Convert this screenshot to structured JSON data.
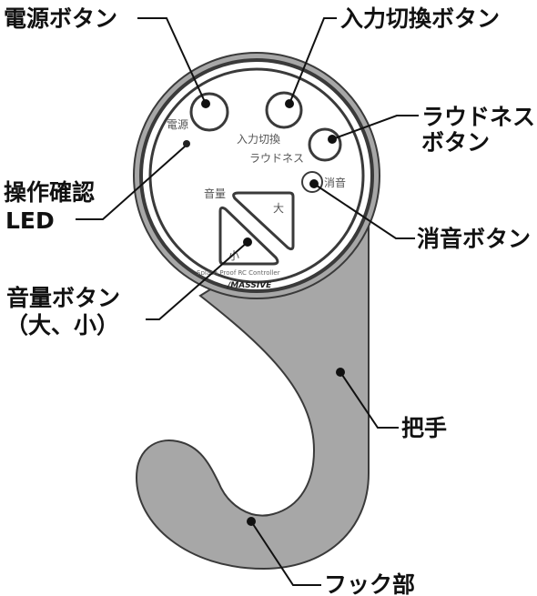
{
  "callouts": {
    "power_button": "電源ボタン",
    "input_switch_button": "入力切換ボタン",
    "loudness_button_line1": "ラウドネス",
    "loudness_button_line2": "ボタン",
    "operation_led_line1": "操作確認",
    "operation_led_line2": "LED",
    "mute_button": "消音ボタン",
    "volume_buttons_line1": "音量ボタン",
    "volume_buttons_line2": "（大、小）",
    "handle": "把手",
    "hook": "フック部"
  },
  "panel": {
    "power_label": "電源",
    "input_switch_label": "入力切換",
    "loudness_label": "ラウドネス",
    "mute_label": "消音",
    "volume_label": "音量",
    "volume_up_label": "大",
    "volume_down_label": "小",
    "product_text": "Splash Proof RC Controller",
    "brand": "/MASSIVE"
  },
  "colors": {
    "body_fill": "#a7a7a7",
    "outline": "#3a3a3a",
    "face_fill": "#ffffff"
  }
}
